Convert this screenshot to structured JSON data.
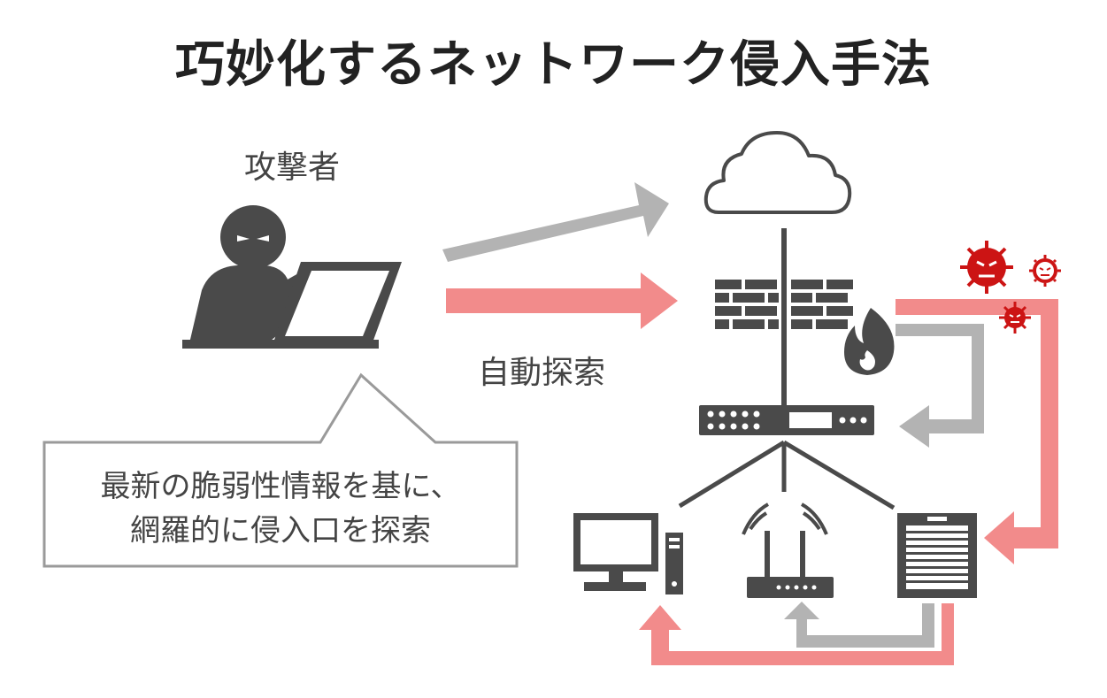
{
  "title": "巧妙化するネットワーク侵入手法",
  "attacker_label": "攻撃者",
  "auto_search_label": "自動探索",
  "bubble": {
    "line1": "最新の脆弱性情報を基に、",
    "line2": "網羅的に侵入口を探索"
  },
  "colors": {
    "title_text": "#222222",
    "label_text": "#444444",
    "icon_dark": "#4a4a4a",
    "arrow_gray": "#b3b3b3",
    "arrow_red": "#f28b8b",
    "virus_red": "#cc1414"
  }
}
